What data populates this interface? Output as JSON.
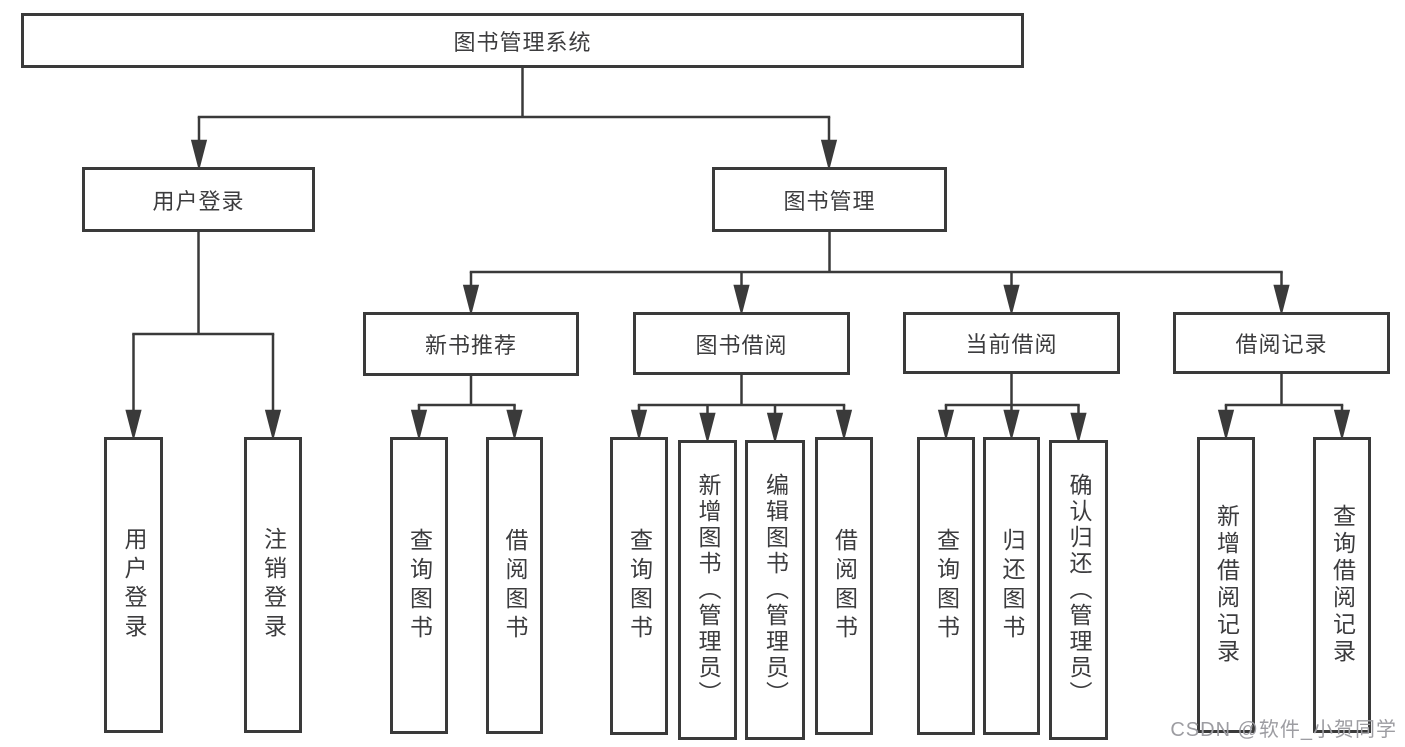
{
  "nodes": {
    "root": "图书管理系统",
    "user_login": "用户登录",
    "book_mgmt": "图书管理",
    "new_book_rec": "新书推荐",
    "book_borrow": "图书借阅",
    "current_borrow": "当前借阅",
    "borrow_record": "借阅记录",
    "ul_user_login": "用户登录",
    "ul_logout": "注销登录",
    "nr_query_book": "查询图书",
    "nr_borrow_book": "借阅图书",
    "bb_query_book": "查询图书",
    "bb_add_book": "新增图书（管理员）",
    "bb_edit_book": "编辑图书（管理员）",
    "bb_borrow_book": "借阅图书",
    "cb_query_book": "查询图书",
    "cb_return_book": "归还图书",
    "cb_confirm_return": "确认归还（管理员）",
    "br_add_record": "新增借阅记录",
    "br_query_record": "查询借阅记录"
  },
  "watermark": "CSDN @软件_小贺同学",
  "colors": {
    "line": "#3a3a3a",
    "box_border": "#3a3a3a",
    "text": "#3c3c3e",
    "watermark": "#9d9da2"
  }
}
